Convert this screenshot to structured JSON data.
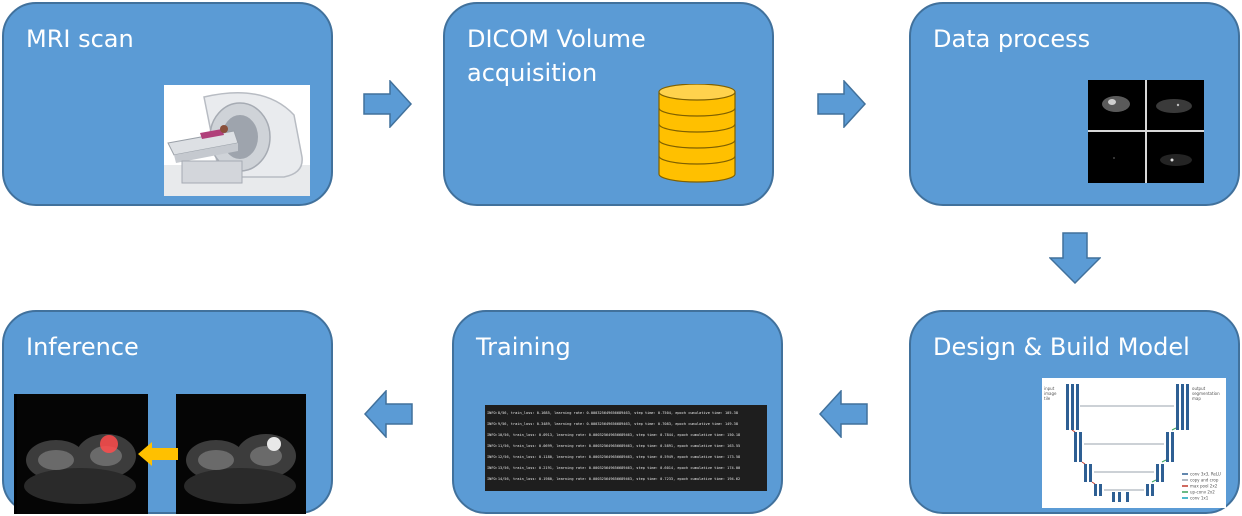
{
  "steps": [
    {
      "id": "mri",
      "title": "MRI scan"
    },
    {
      "id": "dicom",
      "title": "DICOM Volume\nacquisition"
    },
    {
      "id": "process",
      "title": "Data process"
    },
    {
      "id": "design",
      "title": "Design & Build Model"
    },
    {
      "id": "training",
      "title": "Training"
    },
    {
      "id": "inference",
      "title": "Inference"
    }
  ],
  "flow_order": [
    "mri",
    "dicom",
    "process",
    "design",
    "training",
    "inference"
  ],
  "colors": {
    "box_fill": "#5b9bd5",
    "box_border": "#41719c",
    "database": "#ffc000",
    "highlight": "#ff4b4b"
  },
  "icons": {
    "mri": "mri-machine-icon",
    "dicom": "database-icon"
  },
  "training_log": [
    "INFO:8/56, train_loss: 0.1685, learning rate: 0.000325649656689463, step time: 0.7504, epoch cumulative time: 105.38",
    "INFO:9/56, train_loss: 0.3489, learning rate: 0.000325649656689463, step time: 0.7083, epoch cumulative time: 149.38",
    "INFO:10/56, train_loss: 0.0913, learning rate: 0.000325649656689463, step time: 0.7844, epoch cumulative time: 150.18",
    "INFO:11/56, train_loss: 0.0699, learning rate: 0.000325649656689463, step time: 0.5891, epoch cumulative time: 163.55",
    "INFO:12/56, train_loss: 0.1180, learning rate: 0.000325649656689463, step time: 0.5949, epoch cumulative time: 173.58",
    "INFO:13/56, train_loss: 0.2191, learning rate: 0.000325649656689463, step time: 0.6014, epoch cumulative time: 174.00",
    "INFO:14/56, train_loss: 0.1980, learning rate: 0.000325649656689463, step time: 0.7233, epoch cumulative time: 194.62"
  ],
  "unet_legend": [
    "conv 3x3, ReLU",
    "copy and crop",
    "max pool 2x2",
    "up-conv 2x2",
    "conv 1x1"
  ],
  "unet_labels": {
    "input": "input\nimage\ntile",
    "output": "output\nsegmentation\nmap"
  }
}
